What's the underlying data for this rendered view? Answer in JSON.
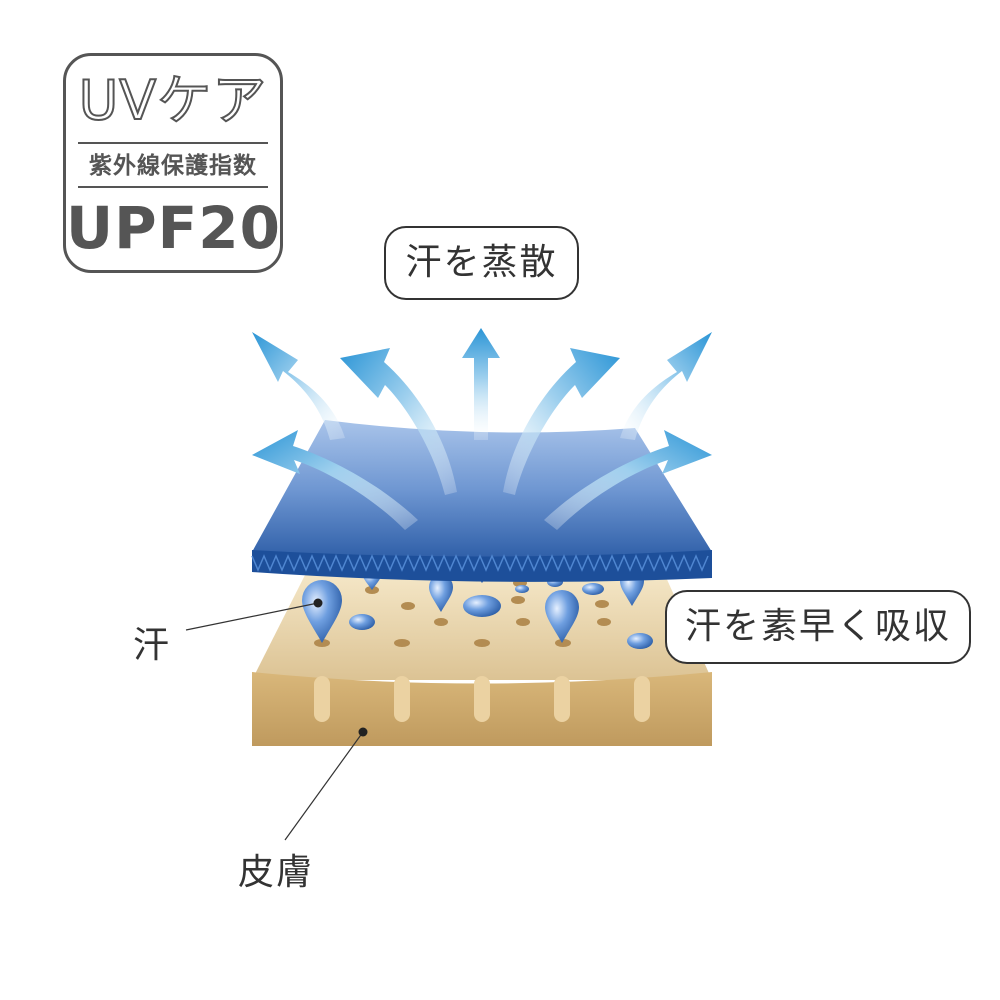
{
  "badge": {
    "title": "UVケア",
    "subtitle": "紫外線保護指数",
    "rating": "UPF20"
  },
  "callouts": {
    "evaporate": "汗を蒸散",
    "absorb": "汗を素早く吸収"
  },
  "labels": {
    "sweat": "汗",
    "skin": "皮膚"
  },
  "colors": {
    "fabric_top": "#7fa6d9",
    "fabric_bottom": "#2f5fa8",
    "fabric_edge": "#1d4f9a",
    "arrow": "#3aa0d8",
    "skin_top": "#efdcb5",
    "skin_front": "#c8a56a",
    "sweat_drop": "#2f6fc0"
  }
}
